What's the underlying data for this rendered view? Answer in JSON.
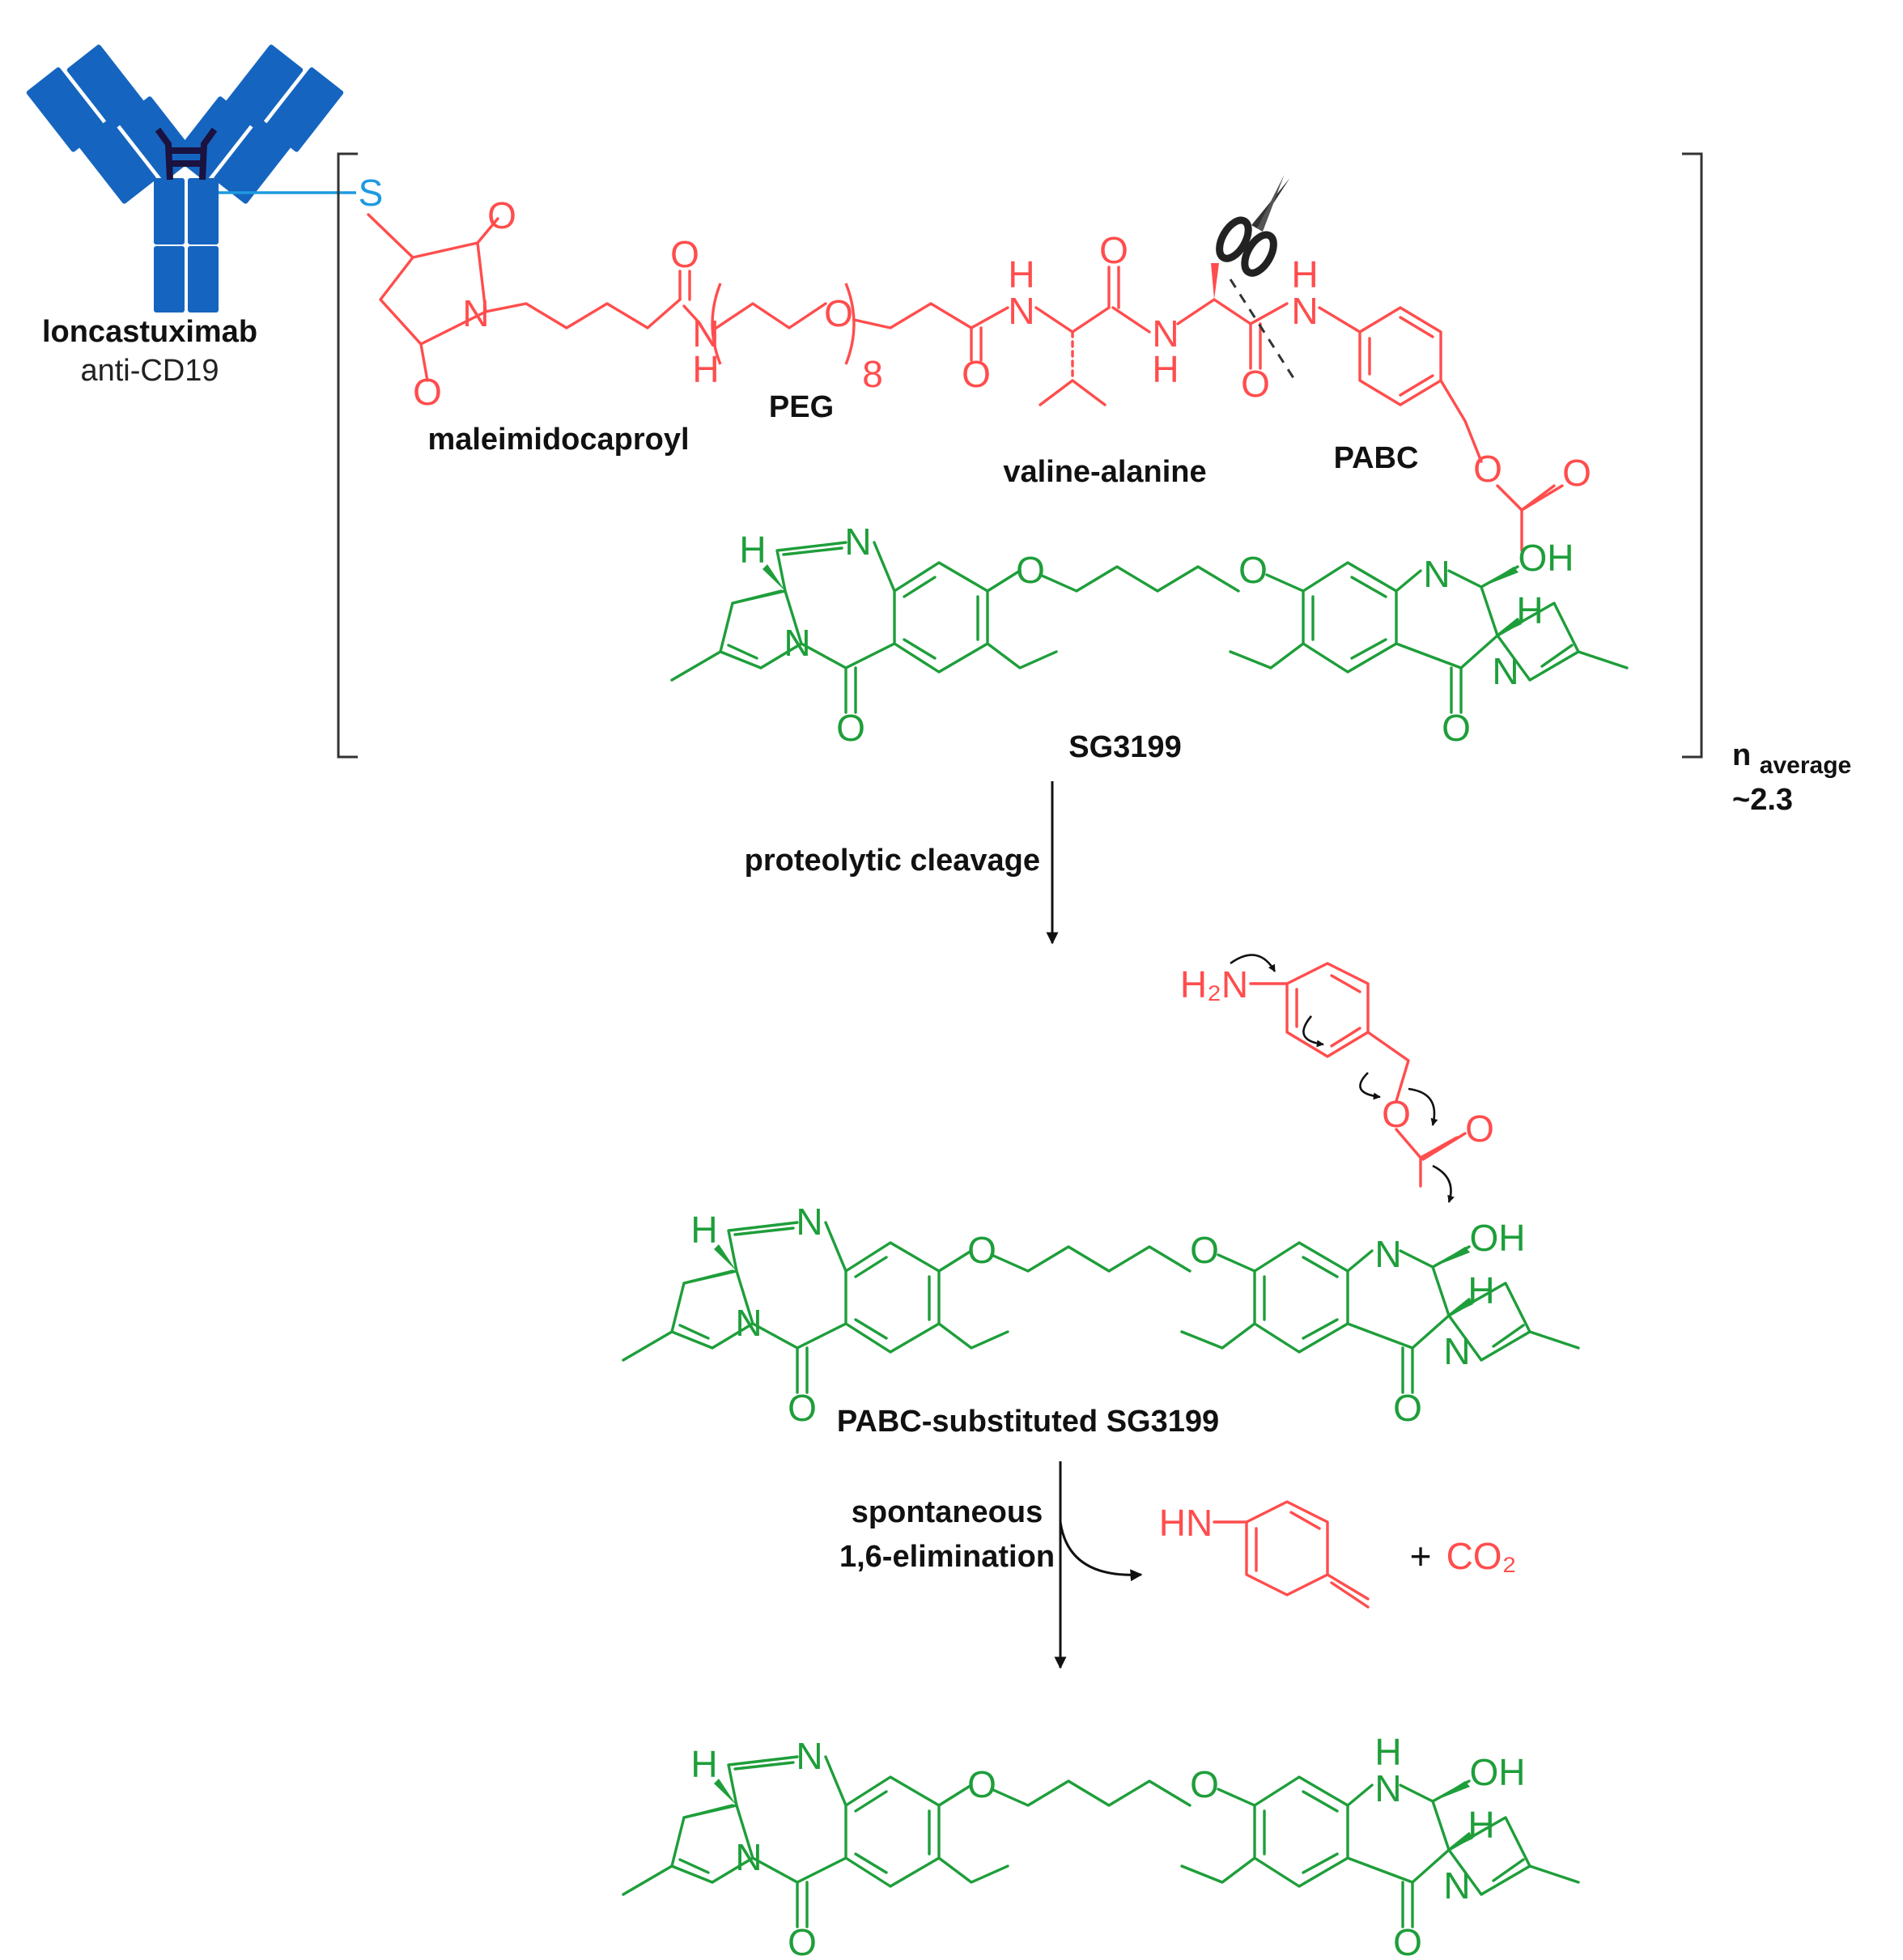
{
  "colors": {
    "linker": "#ff4d4d",
    "payload": "#1e9e3a",
    "antibody": "#1565c0",
    "hinge": "#1a1240",
    "thiol": "#1e9ae0",
    "text": "#111111"
  },
  "antibody": {
    "name": "loncastuximab",
    "target": "anti-CD19"
  },
  "linker_labels": {
    "maleimidocaproyl": "maleimidocaproyl",
    "peg": "PEG",
    "valine_alanine": "valine-alanine",
    "pabc": "PABC"
  },
  "atoms": {
    "S": "S",
    "O": "O",
    "N": "N",
    "H": "H",
    "OH": "OH",
    "peg_repeat": "8",
    "H2N": "H₂N",
    "HN": "HN"
  },
  "payload_name": "SG3199",
  "dar": {
    "label": "n",
    "subscript": "average",
    "value": "~2.3"
  },
  "steps": [
    {
      "label_lines": [
        "proteolytic cleavage"
      ]
    },
    {
      "label_lines": [
        "spontaneous",
        "1,6-elimination"
      ]
    }
  ],
  "intermediate_name": "PABC-substituted SG3199",
  "byproducts": {
    "plus": "+",
    "co2": "CO₂"
  },
  "icons": [
    "antibody-icon",
    "scissors-icon",
    "arrow-icon"
  ]
}
